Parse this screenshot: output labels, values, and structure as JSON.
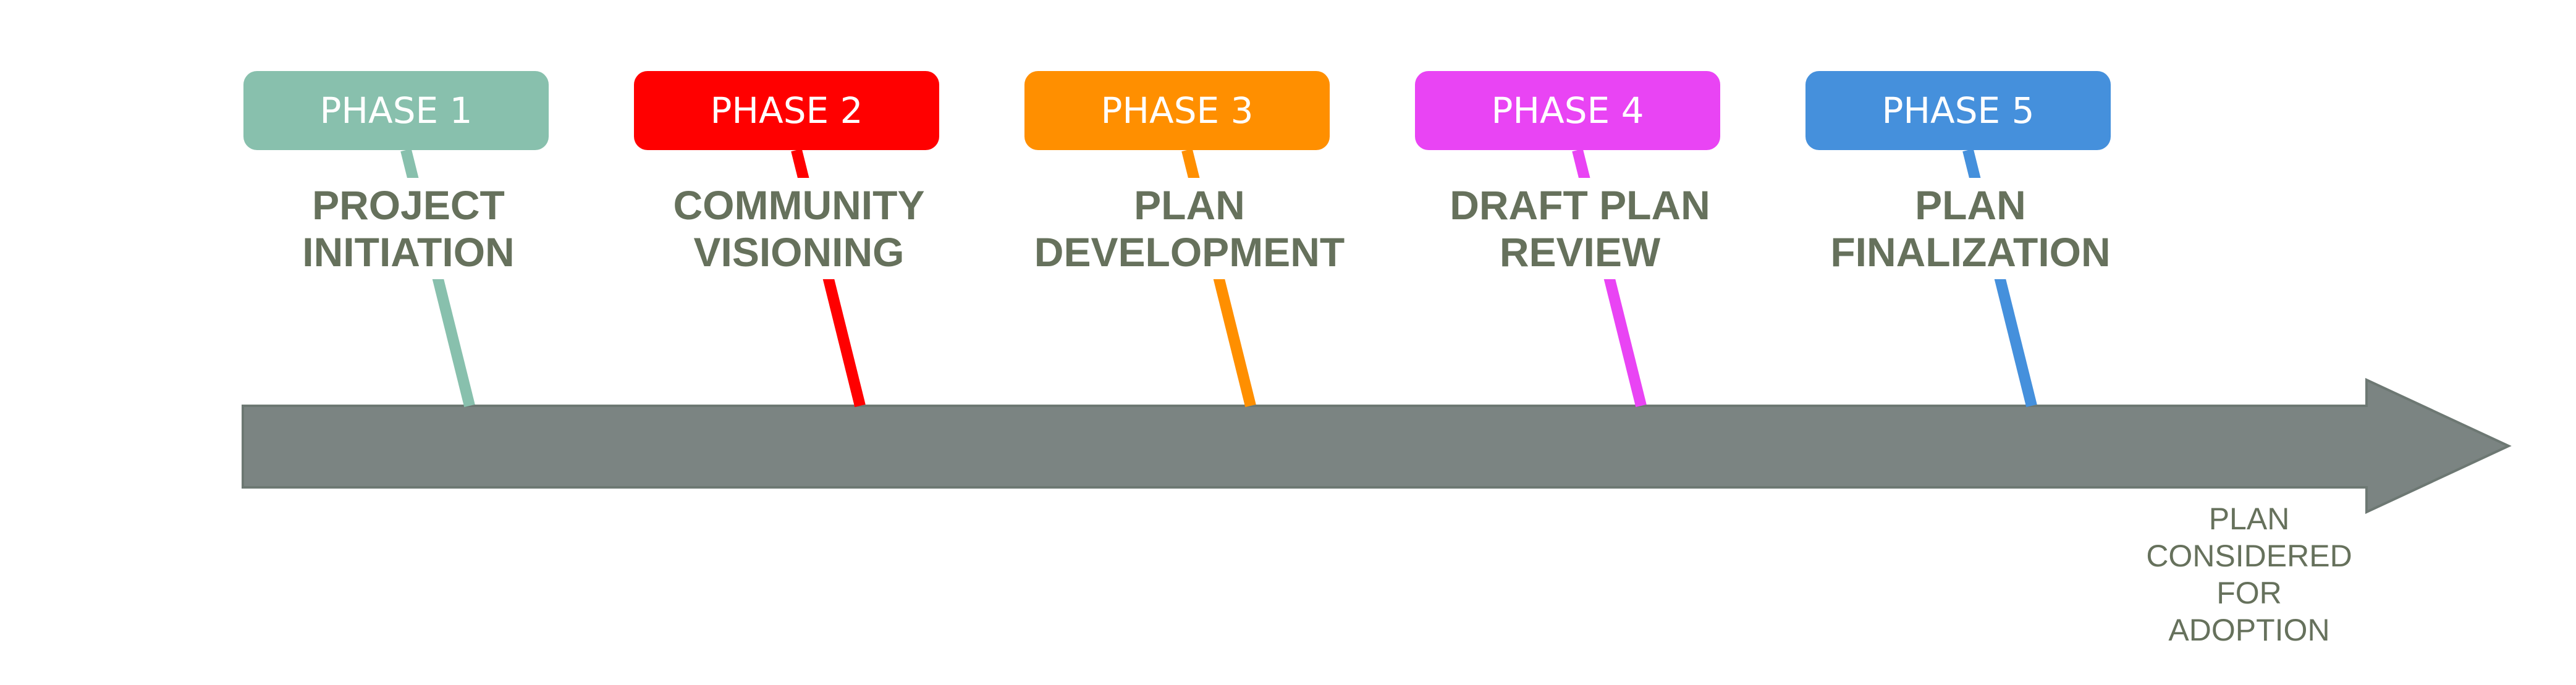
{
  "colors": {
    "arrow_fill": "#7b8482",
    "arrow_stroke": "#6d7873",
    "title_text": "#66715c",
    "phase_1": "#88c0ad",
    "phase_2": "#ff0000",
    "phase_3": "#ff8f00",
    "phase_4": "#e944f4",
    "phase_5": "#4590dc"
  },
  "phases": [
    {
      "badge": "PHASE 1",
      "title_lines": [
        "PROJECT",
        "INITIATION"
      ],
      "color": "#88c0ad"
    },
    {
      "badge": "PHASE 2",
      "title_lines": [
        "COMMUNITY",
        "VISIONING"
      ],
      "color": "#ff0000"
    },
    {
      "badge": "PHASE 3",
      "title_lines": [
        "PLAN",
        "DEVELOPMENT"
      ],
      "color": "#ff8f00"
    },
    {
      "badge": "PHASE 4",
      "title_lines": [
        "DRAFT PLAN",
        "REVIEW"
      ],
      "color": "#e944f4"
    },
    {
      "badge": "PHASE 5",
      "title_lines": [
        "PLAN",
        "FINALIZATION"
      ],
      "color": "#4590dc"
    }
  ],
  "end_label_lines": [
    "PLAN",
    "CONSIDERED",
    "FOR",
    "ADOPTION"
  ]
}
